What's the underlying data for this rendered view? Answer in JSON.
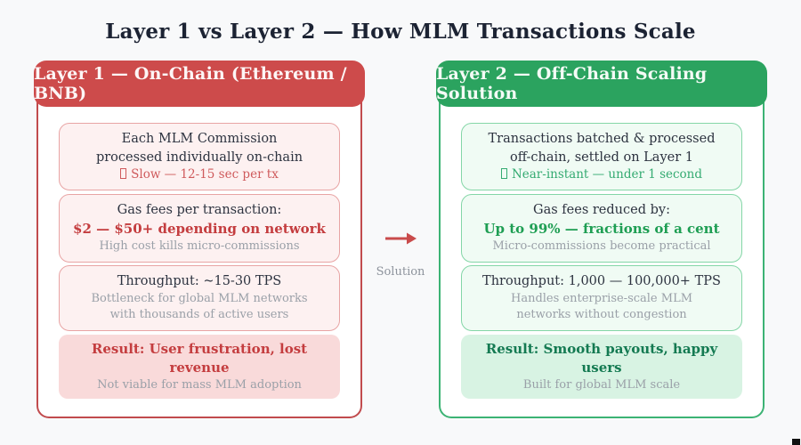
{
  "page": {
    "title": "Layer 1 vs Layer 2 — How MLM Transactions Scale",
    "background_color": "#f8f9fa",
    "title_color": "#1c2333"
  },
  "connector": {
    "arrow_icon": "right-arrow-icon",
    "arrow_color": "#c94b4b",
    "label": "Solution"
  },
  "left_panel": {
    "header": "Layer 1 — On-Chain (Ethereum / BNB)",
    "header_bg": "#cd4b4b",
    "border_color": "#c14b4d",
    "accent_color": "#c43d3f",
    "cards": {
      "processing": {
        "line1": "Each MLM Commission",
        "line2": "processed individually on-chain",
        "badge_icon": "missing-glyph-icon",
        "badge": "Slow — 12-15 sec per tx"
      },
      "fees": {
        "line1": "Gas fees per transaction:",
        "strong": "$2 — $50+ depending on network",
        "sub": "High cost kills micro-commissions"
      },
      "throughput": {
        "line1": "Throughput: ~15-30 TPS",
        "sub1": "Bottleneck for global MLM networks",
        "sub2": "with thousands of active users"
      },
      "result": {
        "strong": "Result: User frustration, lost revenue",
        "sub": "Not viable for mass MLM adoption"
      }
    }
  },
  "right_panel": {
    "header": "Layer 2 — Off-Chain Scaling Solution",
    "header_bg": "#2ba35f",
    "border_color": "#3cb374",
    "accent_color": "#1e9e53",
    "cards": {
      "processing": {
        "line1": "Transactions batched & processed",
        "line2": "off-chain, settled on Layer 1",
        "badge_icon": "missing-glyph-icon",
        "badge": "Near-instant — under 1 second"
      },
      "fees": {
        "line1": "Gas fees reduced by:",
        "strong": "Up to 99% — fractions of a cent",
        "sub": "Micro-commissions become practical"
      },
      "throughput": {
        "line1": "Throughput: 1,000 — 100,000+ TPS",
        "sub1": "Handles enterprise-scale MLM",
        "sub2": "networks without congestion"
      },
      "result": {
        "strong": "Result: Smooth payouts, happy users",
        "sub": "Built for global MLM scale"
      }
    }
  }
}
